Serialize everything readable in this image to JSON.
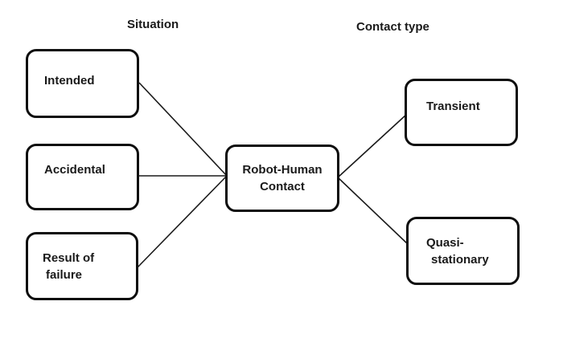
{
  "diagram": {
    "headings": {
      "situation": "Situation",
      "contact_type": "Contact type"
    },
    "nodes": {
      "intended": "Intended",
      "accidental": "Accidental",
      "result_of_failure_line1": "Result of",
      "result_of_failure_line2": "failure",
      "center_line1": "Robot-Human",
      "center_line2": "Contact",
      "transient": "Transient",
      "quasi_stationary_line1": "Quasi-",
      "quasi_stationary_line2": "stationary"
    },
    "edges": [
      {
        "from": "Intended",
        "to": "Robot-Human Contact"
      },
      {
        "from": "Accidental",
        "to": "Robot-Human Contact"
      },
      {
        "from": "Result of failure",
        "to": "Robot-Human Contact"
      },
      {
        "from": "Robot-Human Contact",
        "to": "Transient"
      },
      {
        "from": "Robot-Human Contact",
        "to": "Quasi-stationary"
      }
    ],
    "colors": {
      "background": "#ffffff",
      "node_border": "#0d0d0d",
      "text": "#1a1a1a",
      "connector": "#1a1a1a",
      "scribble": "#a6a6a6"
    }
  }
}
